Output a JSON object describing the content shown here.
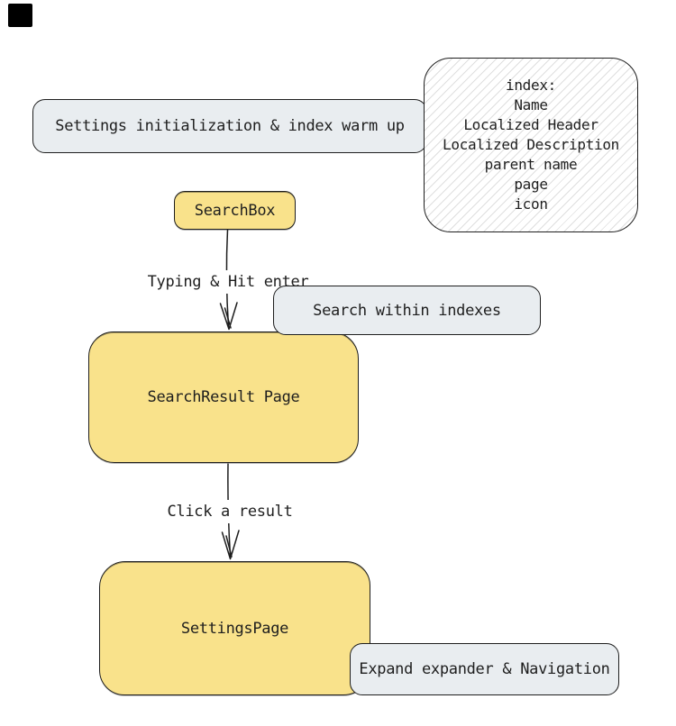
{
  "style": {
    "background": "#ffffff",
    "stroke": "#1e1e1e",
    "text": "#1e1e1e",
    "gray_fill": "#e9edf0",
    "yellow_fill": "#f9e28b",
    "hatch_color": "#dfdfdf",
    "corner_mark": "#000000"
  },
  "boxes": {
    "init": {
      "label": "Settings initialization & index warm up"
    },
    "index": {
      "lines": [
        "index:",
        "Name",
        "Localized Header",
        "Localized Description",
        "parent name",
        "page",
        "icon"
      ]
    },
    "searchbox": {
      "label": "SearchBox"
    },
    "search_within": {
      "label": "Search within indexes"
    },
    "search_result": {
      "label": "SearchResult Page"
    },
    "settings_page": {
      "label": "SettingsPage"
    },
    "expand": {
      "label": "Expand expander & Navigation"
    }
  },
  "arrows": {
    "typing": {
      "label": "Typing & Hit enter"
    },
    "click": {
      "label": "Click a result"
    }
  }
}
